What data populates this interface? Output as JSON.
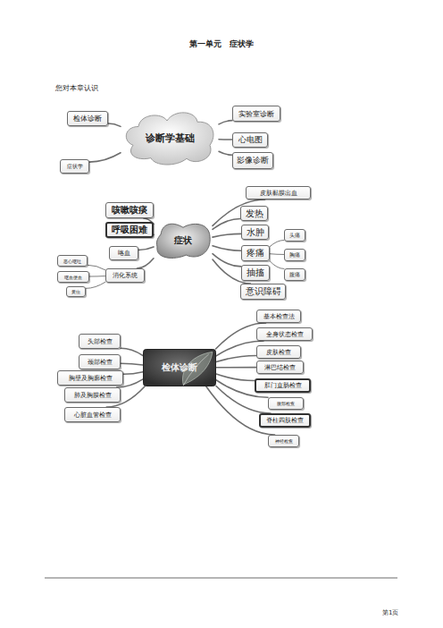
{
  "diagram": {
    "title": "第一单元　症状学",
    "nodes": [
      {
        "text": [
          "诊断学基础"
        ]
      },
      {
        "text": [
          "检体诊断"
        ]
      },
      {
        "text": [
          "症状学"
        ]
      },
      {
        "text": [
          "实验室诊断"
        ]
      },
      {
        "text": [
          "心电图"
        ]
      },
      {
        "text": [
          "影像诊断"
        ]
      },
      {
        "text": [
          "症状"
        ]
      },
      {
        "text": [
          "咳嗽咳痰"
        ]
      },
      {
        "text": [
          "呼吸困难"
        ]
      },
      {
        "text": [
          "咯血"
        ]
      },
      {
        "text": [
          "消化系统"
        ]
      },
      {
        "text": [
          "恶心呕吐"
        ]
      },
      {
        "text": [
          "呕血便血"
        ]
      },
      {
        "text": [
          "黄疸"
        ]
      },
      {
        "text": [
          "皮肤黏膜出血"
        ]
      },
      {
        "text": [
          "发热"
        ]
      },
      {
        "text": [
          "水肿"
        ]
      },
      {
        "text": [
          "疼痛"
        ]
      },
      {
        "text": [
          "头痛"
        ]
      },
      {
        "text": [
          "胸痛"
        ]
      },
      {
        "text": [
          "腹痛"
        ]
      },
      {
        "text": [
          "抽搐"
        ]
      },
      {
        "text": [
          "意识障碍"
        ]
      },
      {
        "text": [
          "检体诊断"
        ]
      },
      {
        "text": [
          "头部检查"
        ]
      },
      {
        "text": [
          "颈部检查"
        ]
      },
      {
        "text": [
          "胸壁及胸廓检查"
        ]
      },
      {
        "text": [
          "肺及胸膜检查"
        ]
      },
      {
        "text": [
          "心脏血管检查"
        ]
      },
      {
        "text": [
          "基本检查法"
        ]
      },
      {
        "text": [
          "全身状态检查"
        ]
      },
      {
        "text": [
          "皮肤检查"
        ]
      },
      {
        "text": [
          "淋巴结检查"
        ]
      },
      {
        "text": [
          "肛门直肠检查"
        ]
      },
      {
        "text": [
          "腹部检查"
        ]
      },
      {
        "text": [
          "脊柱四肢检查"
        ]
      },
      {
        "text": [
          "神经检查"
        ]
      }
    ],
    "edges": [
      {
        "from": 0,
        "to": 1,
        "arrow": "none"
      },
      {
        "from": 0,
        "to": 2,
        "arrow": "none"
      },
      {
        "from": 0,
        "to": 3,
        "arrow": "none"
      },
      {
        "from": 0,
        "to": 4,
        "arrow": "none"
      },
      {
        "from": 0,
        "to": 5,
        "arrow": "none"
      },
      {
        "from": 6,
        "to": 7,
        "arrow": "none"
      },
      {
        "from": 6,
        "to": 8,
        "arrow": "none"
      },
      {
        "from": 6,
        "to": 9,
        "arrow": "none"
      },
      {
        "from": 6,
        "to": 10,
        "arrow": "none"
      },
      {
        "from": 10,
        "to": 11,
        "arrow": "none"
      },
      {
        "from": 10,
        "to": 12,
        "arrow": "none"
      },
      {
        "from": 10,
        "to": 13,
        "arrow": "none"
      },
      {
        "from": 6,
        "to": 14,
        "arrow": "none"
      },
      {
        "from": 6,
        "to": 15,
        "arrow": "none"
      },
      {
        "from": 6,
        "to": 16,
        "arrow": "none"
      },
      {
        "from": 6,
        "to": 17,
        "arrow": "none"
      },
      {
        "from": 17,
        "to": 18,
        "arrow": "none"
      },
      {
        "from": 17,
        "to": 19,
        "arrow": "none"
      },
      {
        "from": 17,
        "to": 20,
        "arrow": "none"
      },
      {
        "from": 6,
        "to": 21,
        "arrow": "none"
      },
      {
        "from": 6,
        "to": 22,
        "arrow": "none"
      },
      {
        "from": 23,
        "to": 24,
        "arrow": "none"
      },
      {
        "from": 23,
        "to": 25,
        "arrow": "none"
      },
      {
        "from": 23,
        "to": 26,
        "arrow": "none"
      },
      {
        "from": 23,
        "to": 27,
        "arrow": "none"
      },
      {
        "from": 23,
        "to": 28,
        "arrow": "none"
      },
      {
        "from": 23,
        "to": 29,
        "arrow": "none"
      },
      {
        "from": 23,
        "to": 30,
        "arrow": "none"
      },
      {
        "from": 23,
        "to": 31,
        "arrow": "none"
      },
      {
        "from": 23,
        "to": 32,
        "arrow": "none"
      },
      {
        "from": 23,
        "to": 33,
        "arrow": "none"
      },
      {
        "from": 23,
        "to": 34,
        "arrow": "none"
      },
      {
        "from": 23,
        "to": 35,
        "arrow": "none"
      },
      {
        "from": 23,
        "to": 36,
        "arrow": "none"
      }
    ],
    "labels": [
      "您对本章认识",
      "第1页"
    ]
  }
}
